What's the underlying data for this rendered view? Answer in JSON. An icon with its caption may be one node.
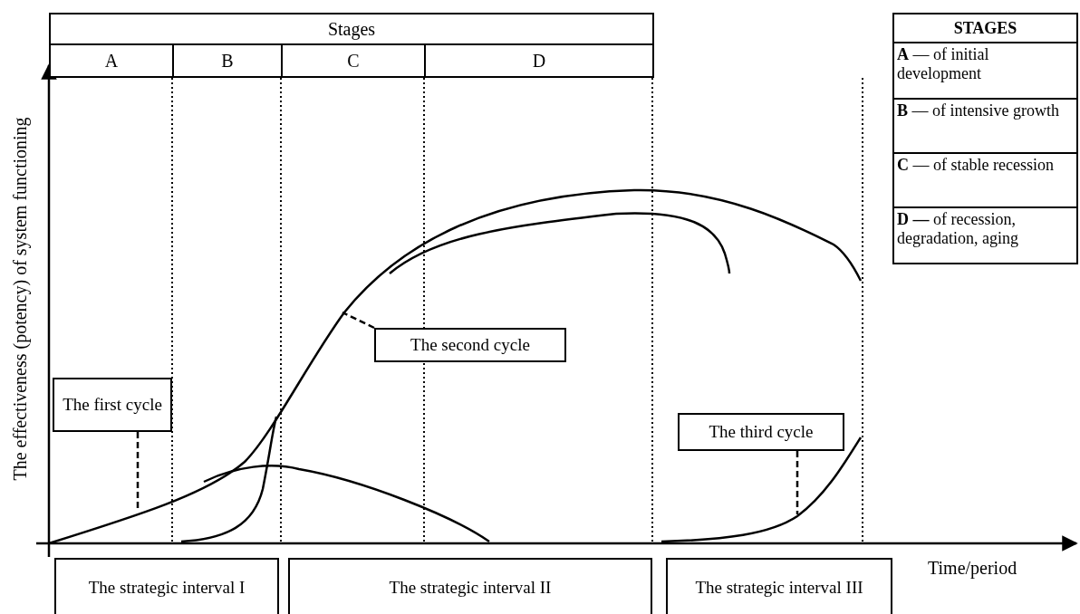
{
  "diagram": {
    "nodes": [
      {
        "text": [
          "The first cycle"
        ]
      },
      {
        "text": [
          "The second cycle"
        ]
      },
      {
        "text": [
          "The third cycle"
        ]
      },
      {
        "text": [
          "The strategic interval I"
        ]
      },
      {
        "text": [
          "The strategic interval II"
        ]
      },
      {
        "text": [
          "The strategic interval III"
        ]
      }
    ],
    "edges": [
      {
        "from": 0,
        "to": null,
        "arrow": "none",
        "style": "dashed"
      },
      {
        "from": 1,
        "to": null,
        "arrow": "none",
        "style": "dashed"
      },
      {
        "from": 2,
        "to": null,
        "arrow": "none",
        "style": "dashed"
      }
    ],
    "labels": [
      "Stages",
      "A",
      "B",
      "C",
      "D",
      "STAGES",
      "**A** — of initial development",
      "**B** — of intensive growth",
      "**C** — of stable recession",
      "**D —** of recession, degradation, aging",
      "The effectiveness (potency) of system functioning",
      "Time/period"
    ]
  }
}
